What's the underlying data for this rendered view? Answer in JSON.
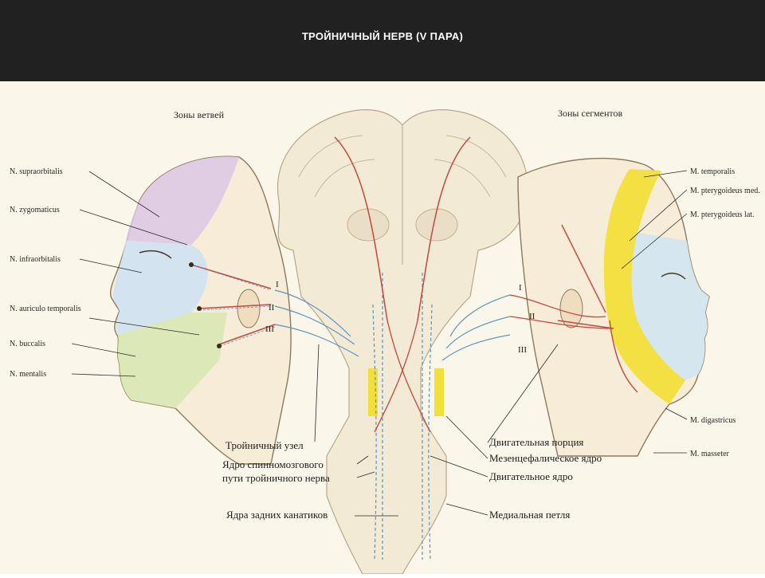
{
  "header": {
    "title": "ТРОЙНИЧНЫЙ НЕРВ (V ПАРА)"
  },
  "figure": {
    "zones_left": "Зоны ветвей",
    "zones_right": "Зоны сегментов",
    "left_labels": [
      "N. supraorbitalis",
      "N. zygomaticus",
      "N. infraorbitalis",
      "N. auriculo temporalis",
      "N. buccalis",
      "N. mentalis"
    ],
    "right_labels": [
      "M. temporalis",
      "M. pterygoideus med.",
      "M. pterygoideus lat.",
      "M. digastricus",
      "M. masseter"
    ],
    "branch_numbers_left": [
      "I",
      "II",
      "III"
    ],
    "branch_numbers_right": [
      "I",
      "II",
      "III"
    ],
    "bottom_left_labels": [
      "Тройничный узел",
      "Ядро спинномозгового",
      "пути тройничного нерва",
      "Ядра задних канатиков"
    ],
    "bottom_right_labels": [
      "Двигательная порция",
      "Мезенцефалическое ядро",
      "Двигательное ядро",
      "Медиальная петля"
    ],
    "colors": {
      "zone_v1": "#dcc8e6",
      "zone_v2": "#cfe2f3",
      "zone_v3": "#d9e8b4",
      "muscle_yellow": "#f2df3a",
      "nerve_red": "#c9463d",
      "nerve_blue": "#5a94c0"
    }
  }
}
